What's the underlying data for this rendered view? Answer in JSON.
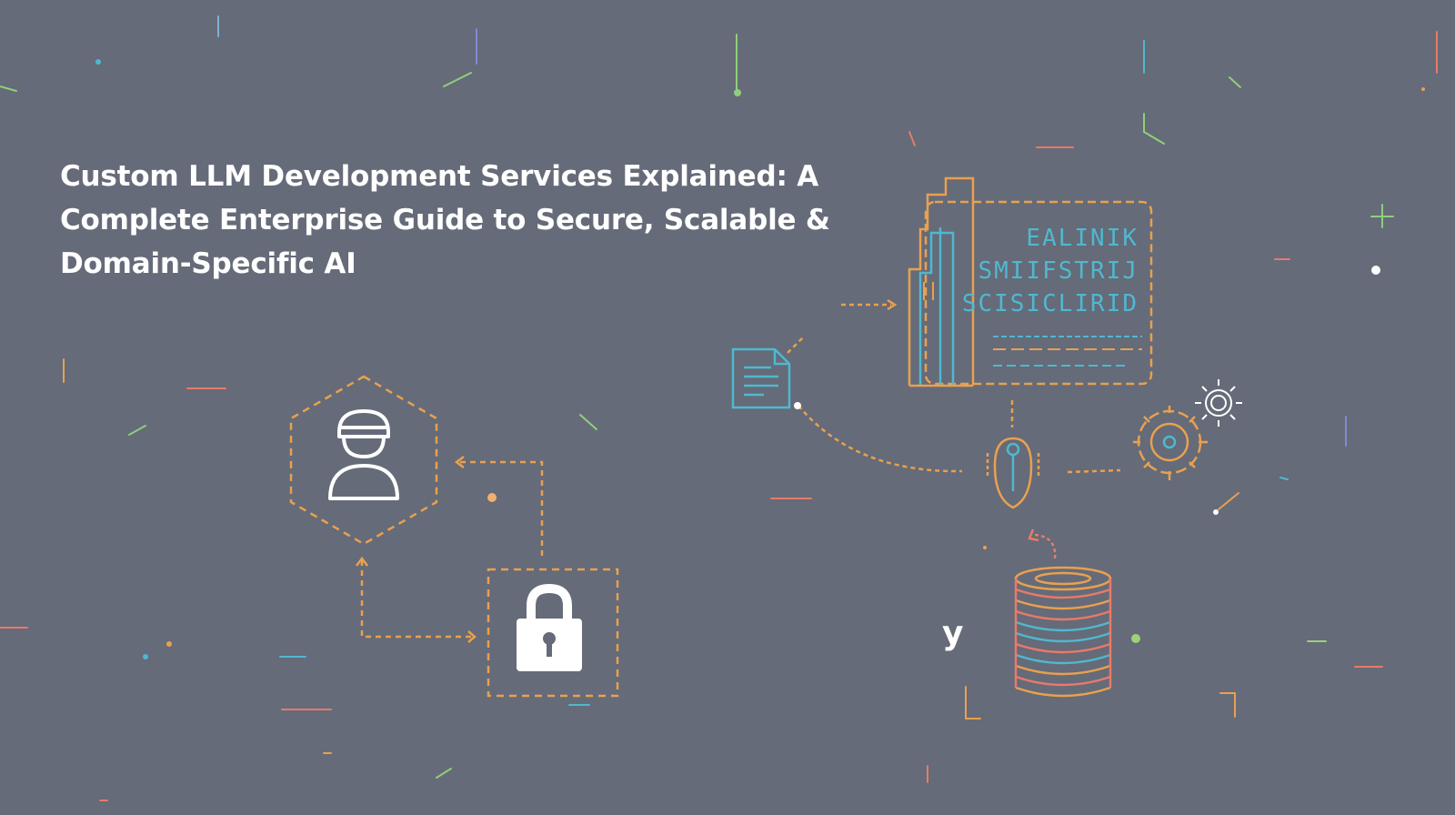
{
  "headline": {
    "line1": "Custom LLM Development Services Explained: A",
    "line2": "Complete Enterprise Guide to Secure, Scalable &",
    "line3": "Domain-Specific AI"
  },
  "monitor_text": {
    "line1": "EALINIK",
    "line2": "SMIIFSTRIJ",
    "line3": "SCISICLIRID"
  },
  "stray_glyph": "y",
  "colors": {
    "background": "#656b78",
    "text": "#ffffff",
    "orange": "#e9a050",
    "cyan": "#4fb8d0",
    "coral": "#e87a6a",
    "green": "#9fd07a"
  },
  "icons": [
    "user-icon",
    "lock-icon",
    "document-icon",
    "monitor-icon",
    "gear-icon",
    "sun-icon",
    "database-icon",
    "bulb-icon"
  ]
}
